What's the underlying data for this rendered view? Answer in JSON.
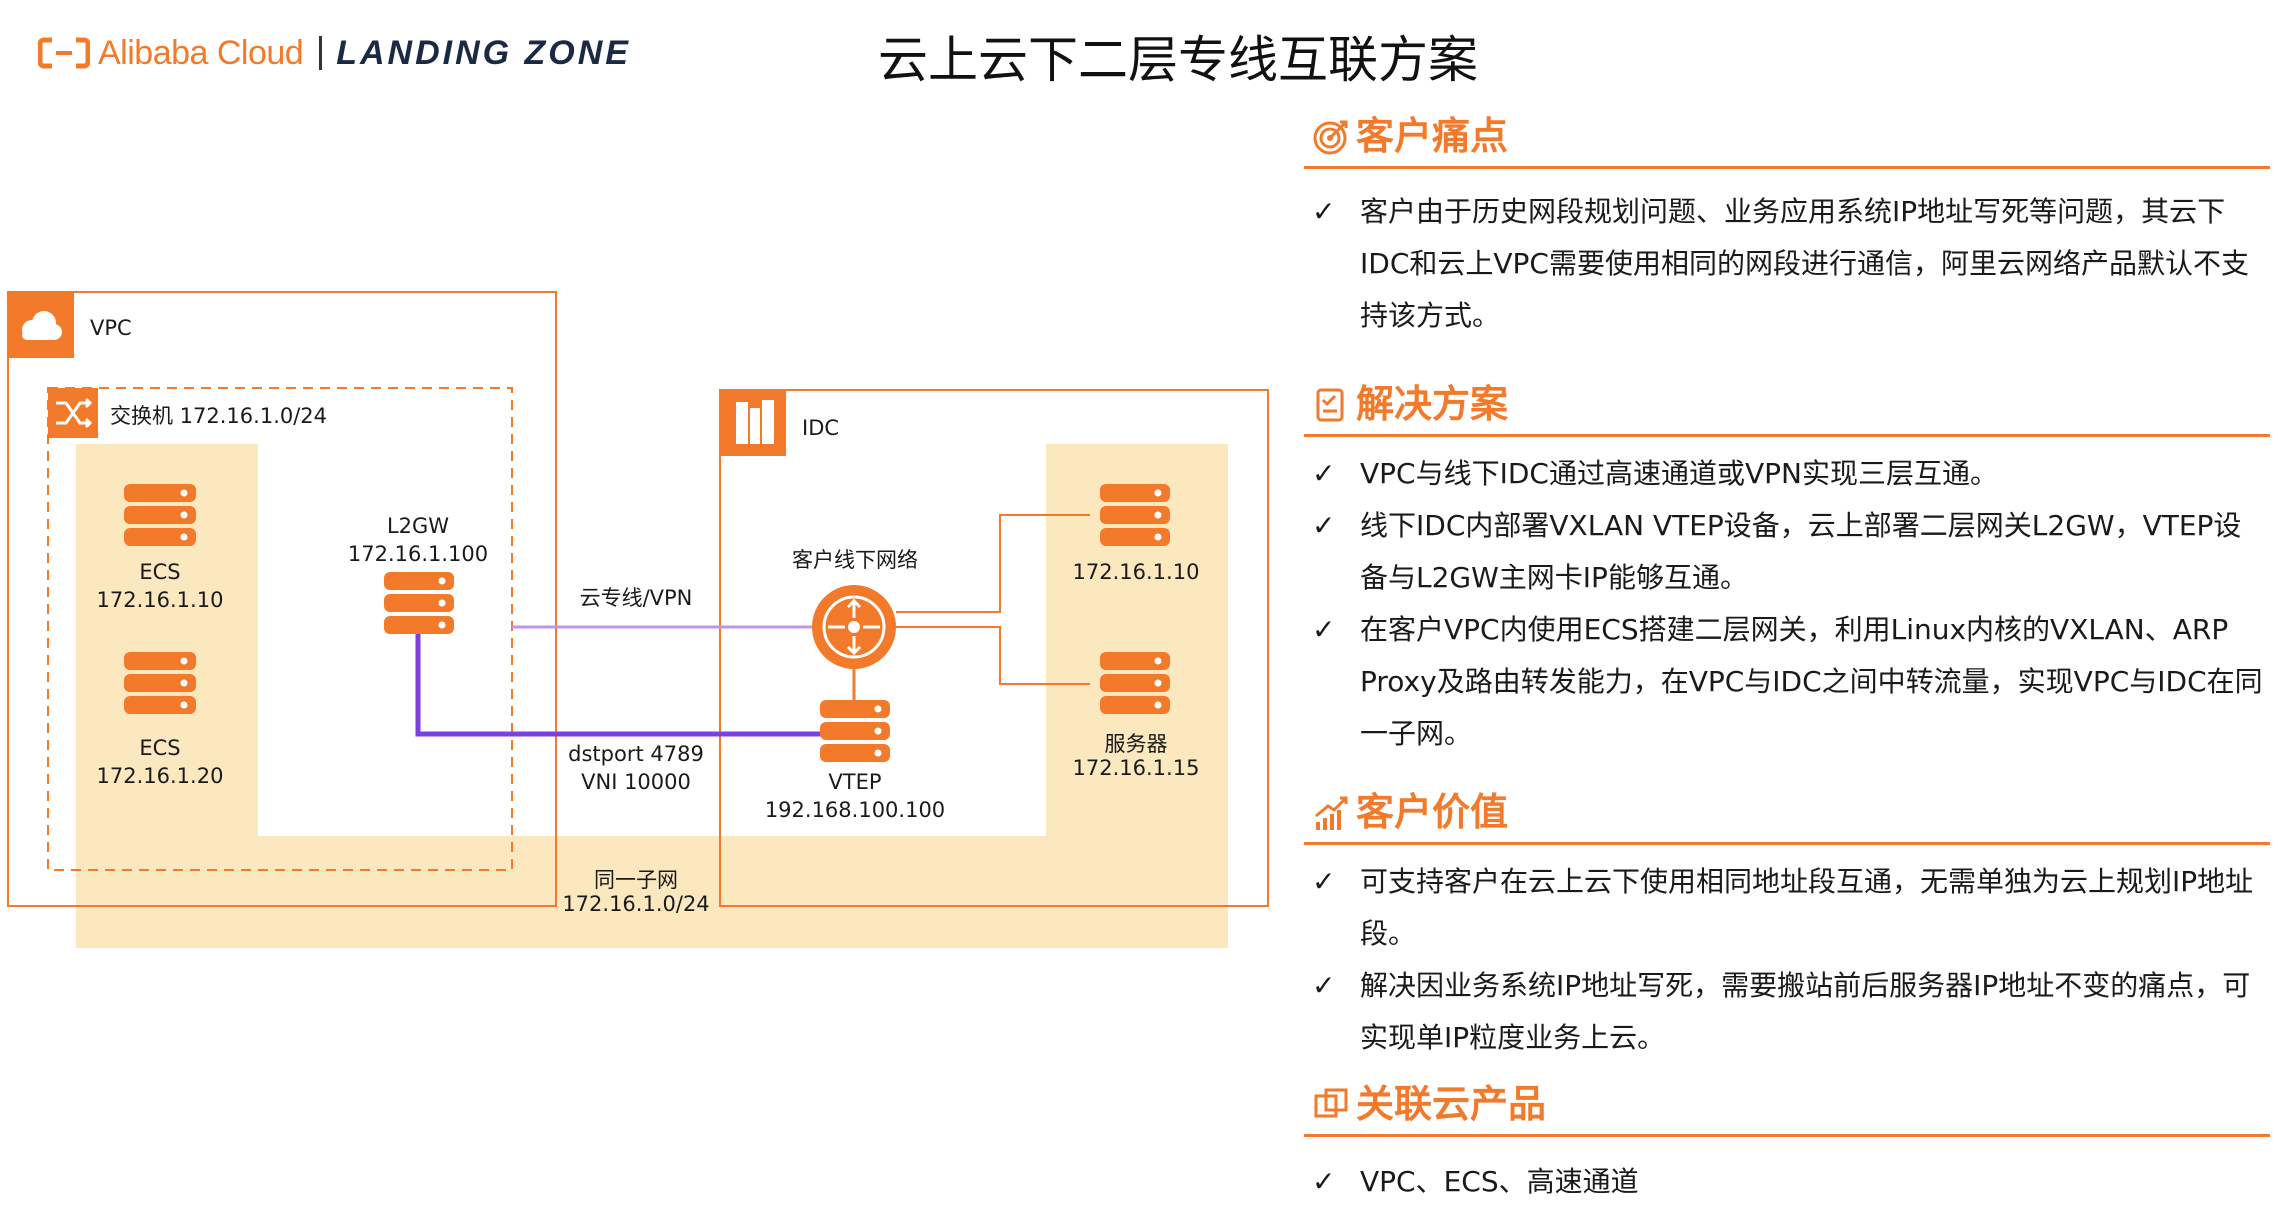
{
  "header": {
    "brand_left": "Alibaba Cloud",
    "brand_right": "LANDING ZONE",
    "title": "云上云下二层专线互联方案"
  },
  "diagram": {
    "vpc_label": "VPC",
    "switch_label": "交换机 172.16.1.0/24",
    "idc_label": "IDC",
    "ecs1": {
      "name": "ECS",
      "ip": "172.16.1.10"
    },
    "ecs2": {
      "name": "ECS",
      "ip": "172.16.1.20"
    },
    "l2gw": {
      "name": "L2GW",
      "ip": "172.16.1.100"
    },
    "link_label": "云专线/VPN",
    "tunnel": {
      "port": "dstport 4789",
      "vni": "VNI 10000"
    },
    "customer_net": "客户线下网络",
    "vtep": {
      "name": "VTEP",
      "ip": "192.168.100.100"
    },
    "idc_server1": {
      "ip": "172.16.1.10"
    },
    "idc_server2": {
      "name": "服务器",
      "ip": "172.16.1.15"
    },
    "subnet": {
      "name": "同一子网",
      "cidr": "172.16.1.0/24"
    }
  },
  "colors": {
    "accent": "#f27a2a",
    "subnet_fill": "#fbe8bf",
    "purple_link": "#c792ea",
    "purple_tunnel": "#7b3fe4"
  },
  "icons": {
    "pain": "target-icon",
    "solution": "checklist-icon",
    "value": "growth-chart-icon",
    "products": "overlap-squares-icon",
    "check": "checkmark-icon"
  },
  "sections": {
    "pain": {
      "title": "客户痛点",
      "items": [
        "客户由于历史网段规划问题、业务应用系统IP地址写死等问题，其云下IDC和云上VPC需要使用相同的网段进行通信，阿里云网络产品默认不支持该方式。"
      ]
    },
    "solution": {
      "title": "解决方案",
      "items": [
        "VPC与线下IDC通过高速通道或VPN实现三层互通。",
        "线下IDC内部署VXLAN VTEP设备，云上部署二层网关L2GW，VTEP设备与L2GW主网卡IP能够互通。",
        "在客户VPC内使用ECS搭建二层网关，利用Linux内核的VXLAN、ARP Proxy及路由转发能力，在VPC与IDC之间中转流量，实现VPC与IDC在同一子网。"
      ]
    },
    "value": {
      "title": "客户价值",
      "items": [
        "可支持客户在云上云下使用相同地址段互通，无需单独为云上规划IP地址段。",
        "解决因业务系统IP地址写死，需要搬站前后服务器IP地址不变的痛点，可实现单IP粒度业务上云。"
      ]
    },
    "products": {
      "title": "关联云产品",
      "items": [
        "VPC、ECS、高速通道"
      ]
    }
  }
}
